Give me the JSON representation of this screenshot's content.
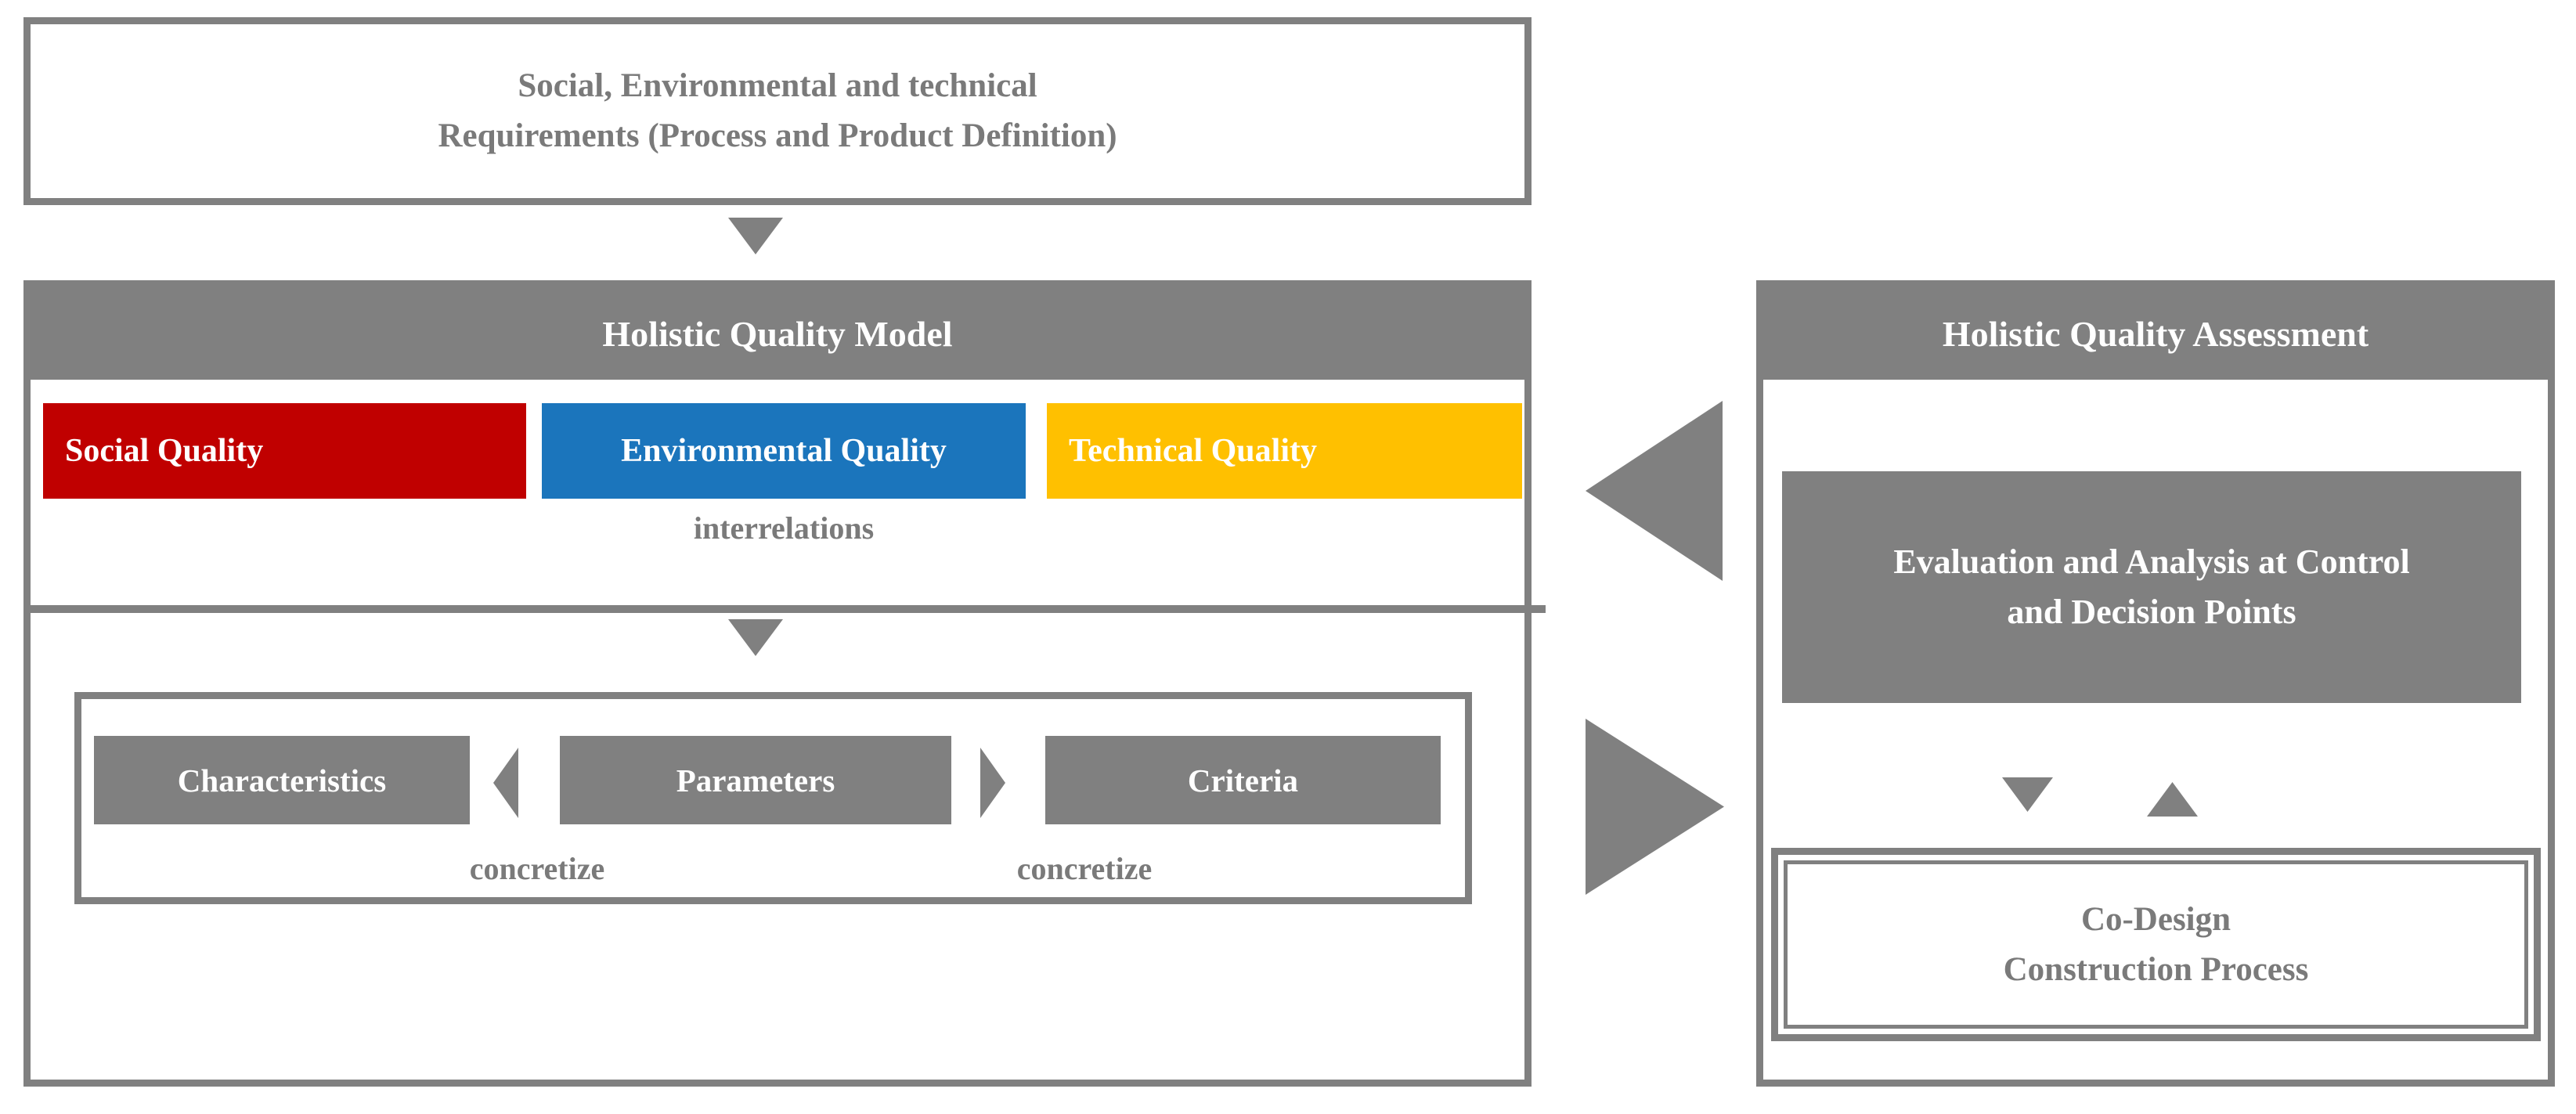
{
  "colors": {
    "gray": "#808080",
    "annotation_text": "#7a7a7a",
    "social_red": "#C00000",
    "environmental_blue": "#1B75BC",
    "technical_yellow": "#FFC000",
    "white_text": "#ffffff"
  },
  "icons": {
    "flow_arrows": "triangle-down",
    "feedback_to_model": "triangle-left",
    "feedback_to_assessment": "triangle-right",
    "exchange_arrows": "triangle-down / triangle-up",
    "concretize_arrows": "triangle-left / triangle-right"
  },
  "requirements_box": {
    "line1": "Social, Environmental and technical",
    "line2": "Requirements (Process and Product Definition)"
  },
  "model": {
    "title": "Holistic Quality Model",
    "qualities": [
      {
        "label": "Social Quality",
        "color": "#C00000"
      },
      {
        "label": "Environmental Quality",
        "color": "#1B75BC"
      },
      {
        "label": "Technical Quality",
        "color": "#FFC000"
      }
    ],
    "interrelations_label": "interrelations",
    "chain": {
      "items": [
        {
          "label": "Characteristics"
        },
        {
          "label": "Parameters"
        },
        {
          "label": "Criteria"
        }
      ],
      "concretize_left": "concretize",
      "concretize_right": "concretize"
    }
  },
  "assessment": {
    "title": "Holistic Quality Assessment",
    "evaluation": {
      "line1": "Evaluation and Analysis at Control",
      "line2": "and Decision Points"
    },
    "codesign": {
      "line1": "Co-Design",
      "line2": "Construction Process"
    }
  }
}
